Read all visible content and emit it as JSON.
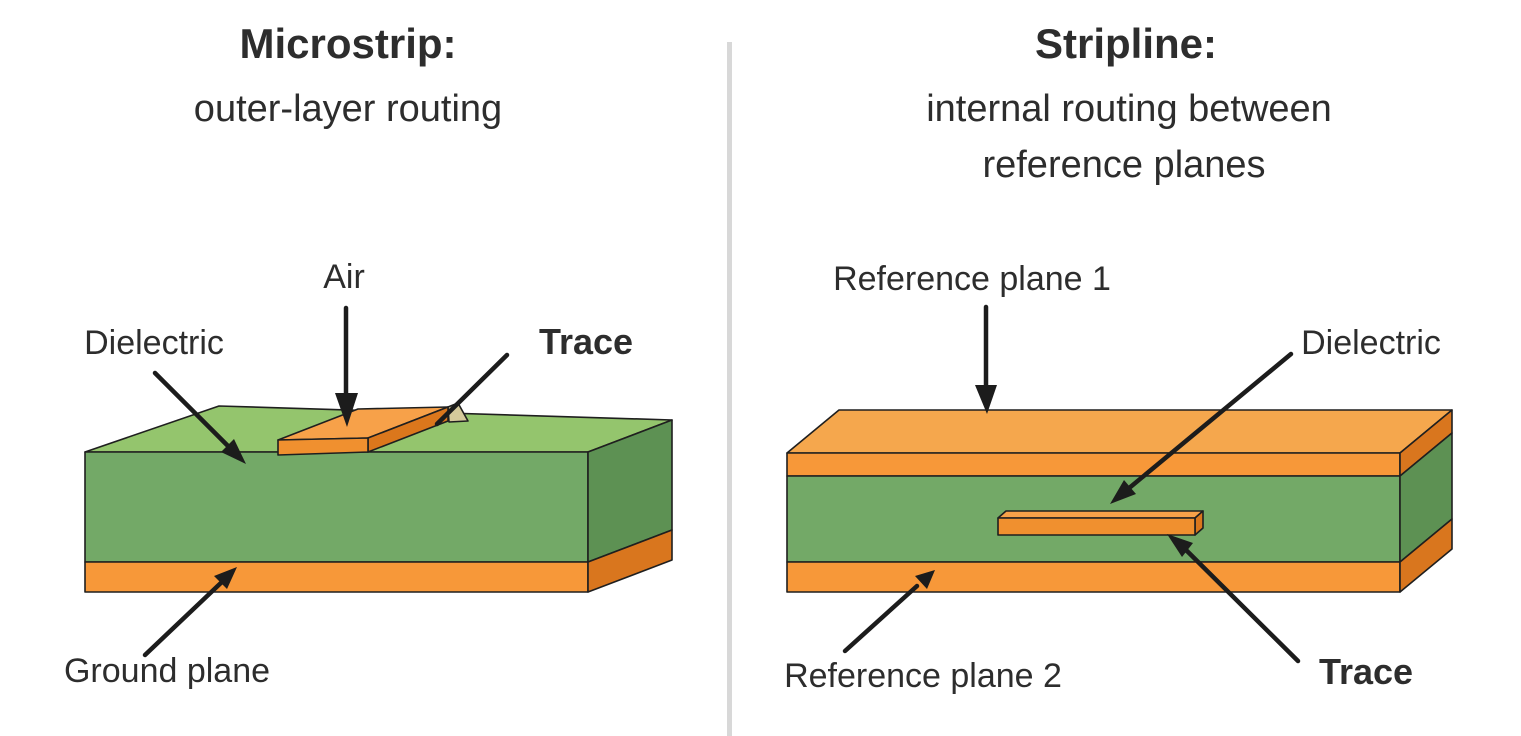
{
  "left_panel": {
    "title": "Microstrip:",
    "subtitle": "outer-layer routing",
    "labels": {
      "air": "Air",
      "dielectric": "Dielectric",
      "trace": "Trace",
      "ground_plane": "Ground plane"
    }
  },
  "right_panel": {
    "title": "Stripline:",
    "subtitle_line1": "internal routing between",
    "subtitle_line2": "reference planes",
    "labels": {
      "reference_plane_1": "Reference plane 1",
      "dielectric": "Dielectric",
      "reference_plane_2": "Reference plane 2",
      "trace": "Trace"
    }
  },
  "colors": {
    "green_top": "#94C56D",
    "green_front": "#73A967",
    "green_side": "#5D9153",
    "orange_top": "#F5A74D",
    "orange_front": "#F79839",
    "orange_side": "#D9761E",
    "trace_top": "#F7A149",
    "trace_front": "#F0902F",
    "trace_side": "#DB771C",
    "tan_notch": "#D5CA9B",
    "divider": "#D8D8D8",
    "arrow": "#1C1C1C",
    "outline": "#1F1F1F",
    "text": "#2D2D2D",
    "background": "#FFFFFF"
  }
}
